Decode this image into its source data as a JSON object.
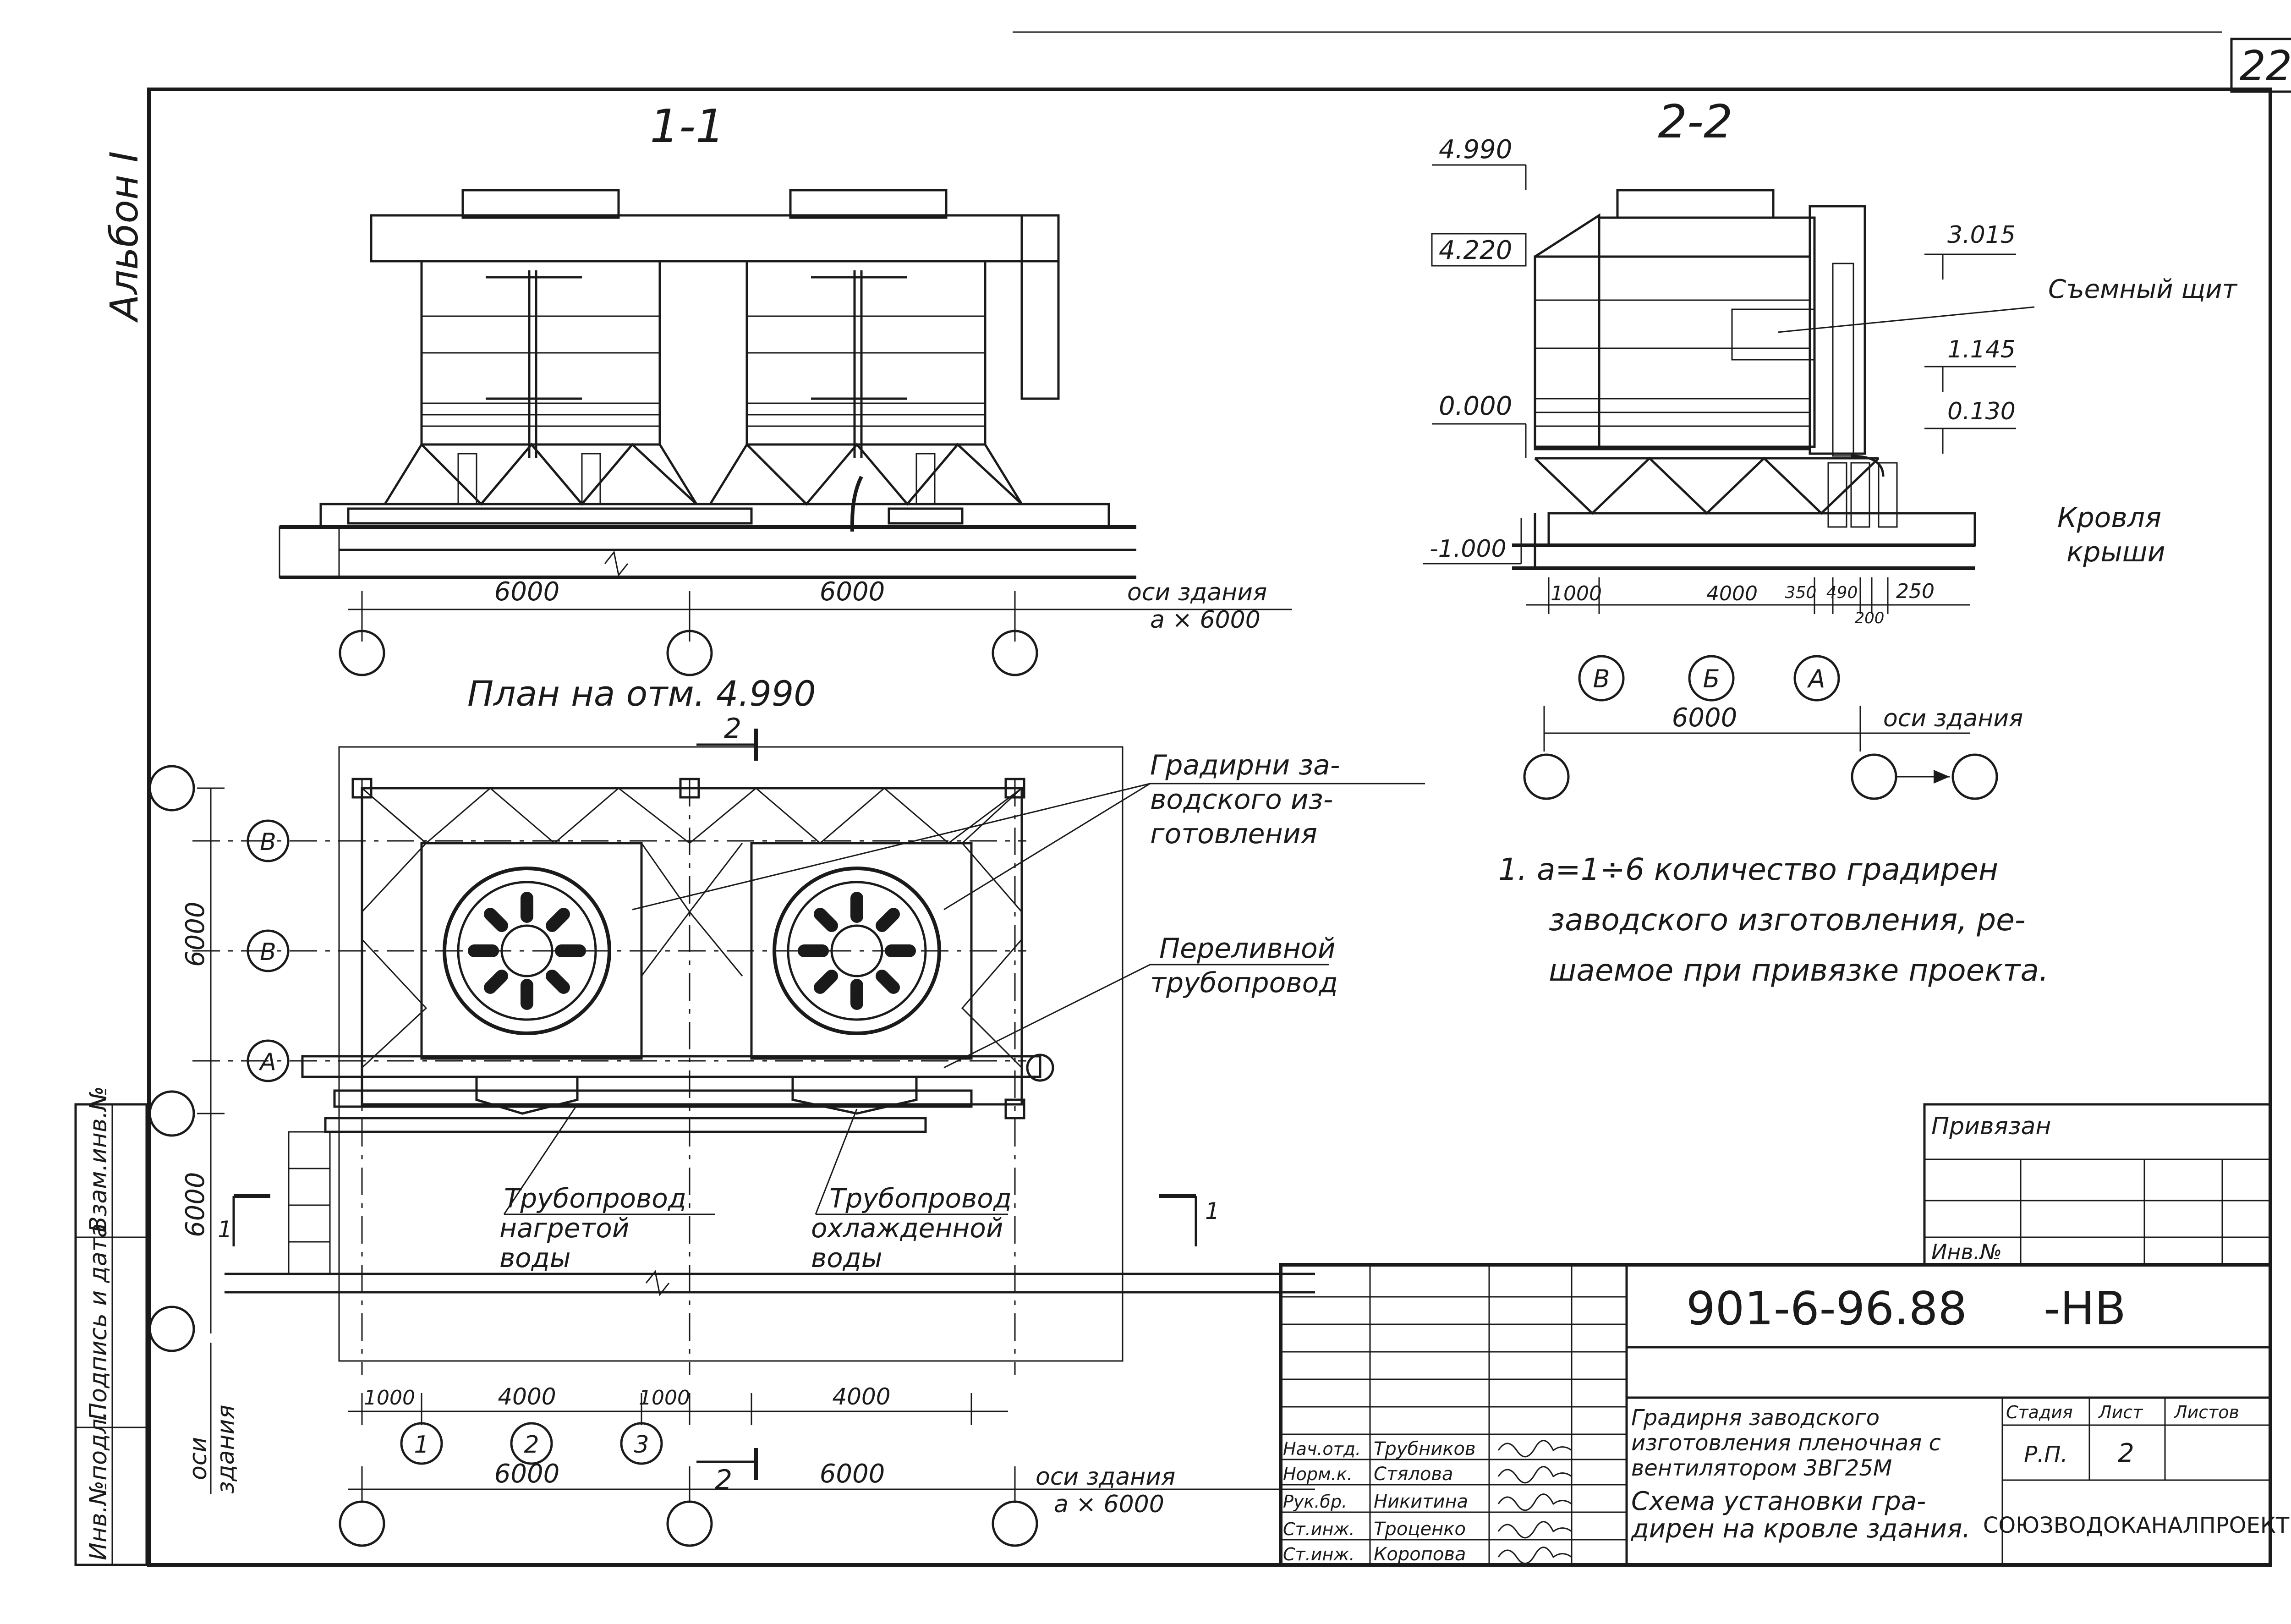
{
  "sheet": {
    "album": "Альбон I",
    "page_number": "22",
    "section_1_title": "1-1",
    "section_2_title": "2-2",
    "plan_title": "План на отм. 4.990",
    "section_1": {
      "dim_6000_a": "6000",
      "dim_6000_b": "6000",
      "axes_label": "оси здания",
      "axes_spacing": "a × 6000"
    },
    "section_2": {
      "elevations": [
        "4.990",
        "4.220",
        "3.015",
        "1.145",
        "0.130",
        "0.000",
        "-1.000"
      ],
      "removable_panel": "Съемный щит",
      "roof_label": "Кровля крыши",
      "dims": [
        "1000",
        "4000",
        "350",
        "490",
        "200",
        "250"
      ],
      "total": "6000",
      "axes_label": "оси здания",
      "axis_markers": [
        "В",
        "Б",
        "А"
      ]
    },
    "plan": {
      "towers_label": "Градирни заводского изготовления",
      "overflow_label": "Переливной трубопровод",
      "heated_water_pipe": "Трубопровод нагретой воды",
      "cooled_water_pipe": "Трубопровод охлажденной воды",
      "row_markers": [
        "В",
        "В",
        "А"
      ],
      "dim_6000_left_top": "6000",
      "dim_6000_left_bottom": "6000",
      "bottom_dims": [
        "1000",
        "4000",
        "1000",
        "4000"
      ],
      "col_markers": [
        "1",
        "2",
        "3"
      ],
      "total_dims": [
        "6000",
        "6000"
      ],
      "axes_label": "оси здания",
      "axes_spacing": "a × 6000",
      "side_axes_label": "оси здания",
      "cut_markers": [
        "2",
        "2",
        "1",
        "1"
      ]
    },
    "note": "1. a=1÷6 количество градирен заводского изготовления, решаемое при привязке проекта."
  },
  "side_stamp": {
    "cells": [
      "Взам.инв.№",
      "Подпись и дата",
      "Инв.№подл."
    ]
  },
  "title_block": {
    "bound_label": "Привязан",
    "inv_label": "Инв.№",
    "doc_code": "901-6-96.88",
    "doc_suffix": "-НВ",
    "object_name": "Градирня заводского изготовления пленочная с вентилятором 3ВГ25М",
    "sheet_name": "Схема установки градирен на кровле здания.",
    "stage_header": "Стадия",
    "sheet_header": "Лист",
    "sheets_header": "Листов",
    "stage": "Р.П.",
    "sheet": "2",
    "sheets": "",
    "organization": "СОЮЗВОДОКАНАЛПРОЕКТ",
    "roles": [
      {
        "role": "Нач.отд.",
        "name": "Трубников"
      },
      {
        "role": "Норм.к.",
        "name": "Стялова"
      },
      {
        "role": "Рук.бр.",
        "name": "Никитина"
      },
      {
        "role": "Ст.инж.",
        "name": "Троценко"
      },
      {
        "role": "Ст.инж.",
        "name": "Коропова"
      }
    ]
  }
}
